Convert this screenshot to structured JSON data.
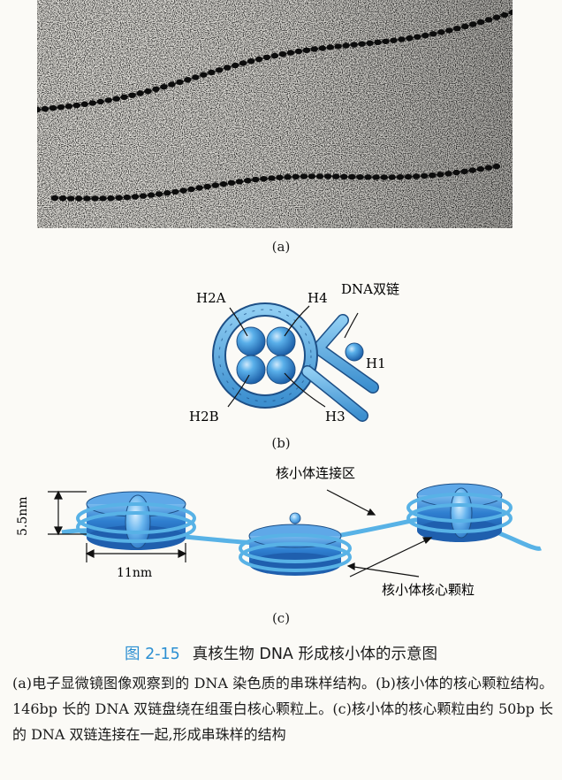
{
  "figure": {
    "panel_labels": {
      "a": "(a)",
      "b": "(b)",
      "c": "(c)"
    },
    "panel_b": {
      "labels": {
        "h2a": "H2A",
        "h4": "H4",
        "h2b": "H2B",
        "h3": "H3",
        "h1": "H1",
        "dna": "DNA双链"
      }
    },
    "panel_c": {
      "labels": {
        "height": "5.5nm",
        "width": "11nm",
        "linker": "核小体连接区",
        "core_particle": "核小体核心颗粒"
      }
    },
    "caption": {
      "number": "图 2-15",
      "title": "真核生物 DNA 形成核小体的示意图",
      "body": "(a)电子显微镜图像观察到的 DNA 染色质的串珠样结构。(b)核小体的核心颗粒结构。146bp 长的 DNA 双链盘绕在组蛋白核心颗粒上。(c)核小体的核心颗粒由约 50bp 长的 DNA 双链连接在一起,形成串珠样的结构"
    }
  },
  "colors": {
    "accent": "#2b8fd2",
    "bead_blue": "#2f7fd0",
    "strand_blue": "#58b2e6",
    "micrograph_bg": "#d8d6d0"
  }
}
